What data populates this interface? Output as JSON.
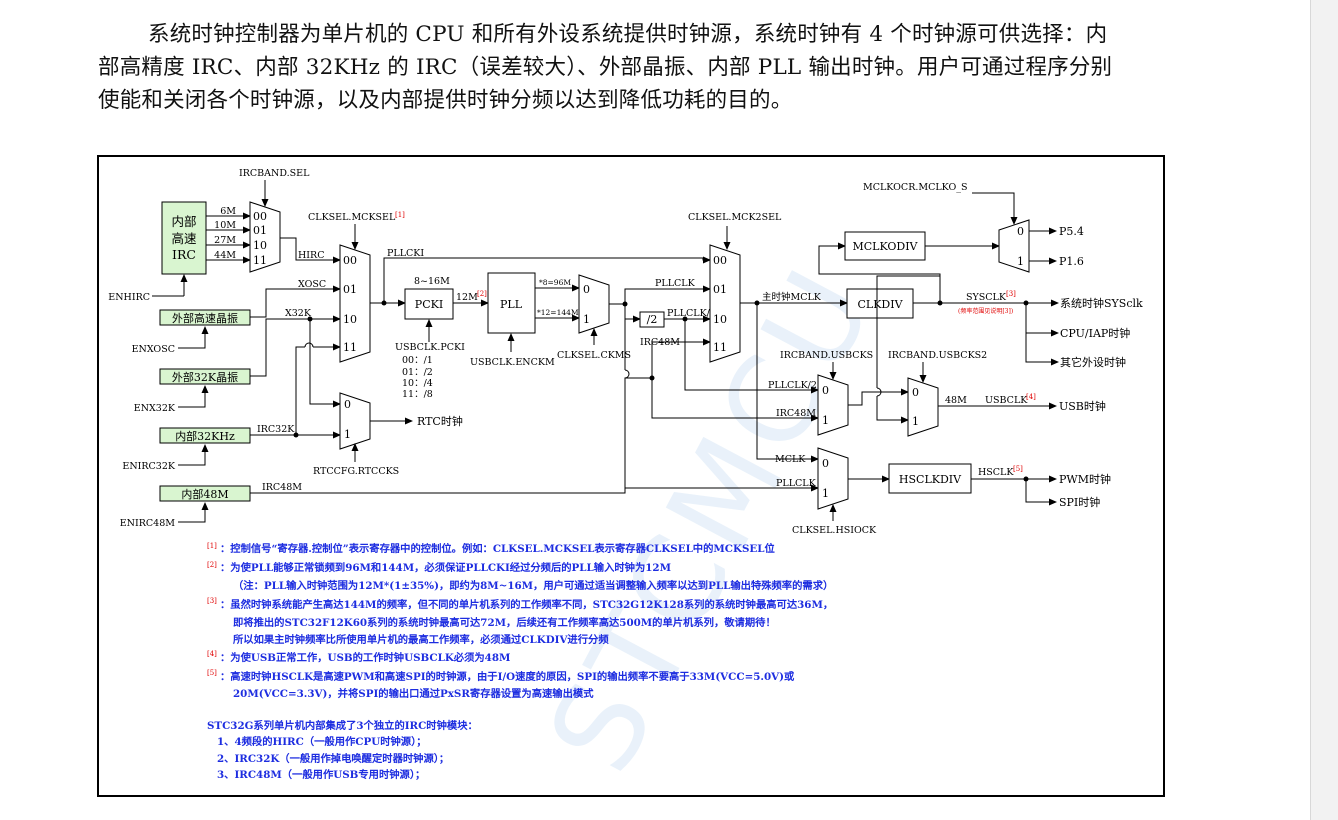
{
  "intro": {
    "line1": "系统时钟控制器为单片机的 CPU 和所有外设系统提供时钟源，系统时钟有 4 个时钟源可供选择：内",
    "line2": "部高精度 IRC、内部 32KHz 的 IRC（误差较大）、外部晶振、内部 PLL 输出时钟。用户可通过程序分别",
    "line3": "使能和关闭各个时钟源，以及内部提供时钟分频以达到降低功耗的目的。"
  },
  "diagram": {
    "sources": {
      "irc_l1": "内部",
      "irc_l2": "高速",
      "irc_l3": "IRC",
      "xtal_hs": "外部高速晶振",
      "xtal_32k": "外部32K晶振",
      "irc32k": "内部32KHz",
      "irc48m": "内部48M"
    },
    "enables": {
      "enhirc": "ENHIRC",
      "enxosc": "ENXOSC",
      "enx32k": "ENX32K",
      "enirc32k": "ENIRC32K",
      "enirc48m": "ENIRC48M"
    },
    "irc_freqs": [
      "6M",
      "10M",
      "27M",
      "44M"
    ],
    "irc_mux_inputs": [
      "00",
      "01",
      "10",
      "11"
    ],
    "mux_inputs": [
      "00",
      "01",
      "10",
      "11"
    ],
    "controls": {
      "ircband_sel": "IRCBAND.SEL",
      "clksel_mcksel": "CLKSEL.MCKSEL",
      "clksel_mck2sel": "CLKSEL.MCK2SEL",
      "usbclk_pcki": "USBCLK.PCKI",
      "usbclk_enckm": "USBCLK.ENCKM",
      "clksel_ckms": "CLKSEL.CKMS",
      "rtccfg_rtccks": "RTCCFG.RTCCKS",
      "ircband_usbcks": "IRCBAND.USBCKS",
      "ircband_usbcks2": "IRCBAND.USBCKS2",
      "clksel_hsiock": "CLKSEL.HSIOCK",
      "mclkocr": "MCLKOCR.MCLKO_S"
    },
    "signals": {
      "hirc": "HIRC",
      "xosc": "XOSC",
      "x32k": "X32K",
      "irc32k": "IRC32K",
      "irc48m": "IRC48M",
      "pllcki": "PLLCKI",
      "range": "8~16M",
      "m12": "12M",
      "m96": "*8=96M",
      "m144": "*12=144M",
      "pllclk": "PLLCLK",
      "pllclk2": "PLLCLK/2",
      "div2": "/2",
      "irc48m_b": "IRC48M",
      "main_mclk": "主时钟MCLK",
      "sysclk": "SYSCLK",
      "sysclk_note": "(频率范围见说明[3])",
      "pllclk2_b": "PLLCLK/2",
      "irc48m_c": "IRC48M",
      "m48": "48M",
      "usbclk": "USBCLK",
      "mclk": "MCLK",
      "pllclk_b": "PLLCLK",
      "hsclk": "HSCLK"
    },
    "pcki_opts": [
      "00：/1",
      "01：/2",
      "10：/4",
      "11：/8"
    ],
    "blocks": {
      "pcki": "PCKI",
      "pll": "PLL",
      "mclkodiv": "MCLKODIV",
      "clkdiv": "CLKDIV",
      "hsclkdiv": "HSCLKDIV"
    },
    "outputs": {
      "p54": "P5.4",
      "p16": "P1.6",
      "sys": "系统时钟SYSclk",
      "cpu": "CPU/IAP时钟",
      "other": "其它外设时钟",
      "usb": "USB时钟",
      "rtc": "RTC时钟",
      "pwm": "PWM时钟",
      "spi": "SPI时钟"
    },
    "sups": {
      "s1": "[1]",
      "s2": "[2]",
      "s3": "[3]",
      "s4": "[4]",
      "s5": "[5]"
    }
  },
  "notes": [
    {
      "mark": "[1]",
      "lines": [
        "：控制信号“寄存器.控制位”表示寄存器中的控制位。例如：CLKSEL.MCKSEL表示寄存器CLKSEL中的MCKSEL位"
      ]
    },
    {
      "mark": "[2]",
      "lines": [
        "：为使PLL能够正常锁频到96M和144M，必须保证PLLCKI经过分频后的PLL输入时钟为12M",
        "（注：PLL输入时钟范围为12M*(1±35%)，即约为8M~16M，用户可通过适当调整输入频率以达到PLL输出特殊频率的需求）"
      ]
    },
    {
      "mark": "[3]",
      "lines": [
        "：虽然时钟系统能产生高达144M的频率，但不同的单片机系列的工作频率不同，STC32G12K128系列的系统时钟最高可达36M，",
        "即将推出的STC32F12K60系列的系统时钟最高可达72M，后续还有工作频率高达500M的单片机系列，敬请期待！",
        "所以如果主时钟频率比所使用单片机的最高工作频率，必须通过CLKDIV进行分频"
      ]
    },
    {
      "mark": "[4]",
      "lines": [
        "：为使USB正常工作，USB的工作时钟USBCLK必须为48M"
      ]
    },
    {
      "mark": "[5]",
      "lines": [
        "：高速时钟HSCLK是高速PWM和高速SPI的时钟源，由于I/O速度的原因，SPI的输出频率不要高于33M(VCC=5.0V)或",
        "20M(VCC=3.3V)，并将SPI的输出口通过PxSR寄存器设置为高速输出模式"
      ]
    }
  ],
  "summary": {
    "title": "STC32G系列单片机内部集成了3个独立的IRC时钟模块：",
    "items": [
      "1、4频段的HIRC（一般用作CPU时钟源）；",
      "2、IRC32K（一般用作掉电唤醒定时器时钟源）；",
      "3、IRC48M（一般用作USB专用时钟源）；"
    ]
  },
  "watermark": "STCMCU"
}
